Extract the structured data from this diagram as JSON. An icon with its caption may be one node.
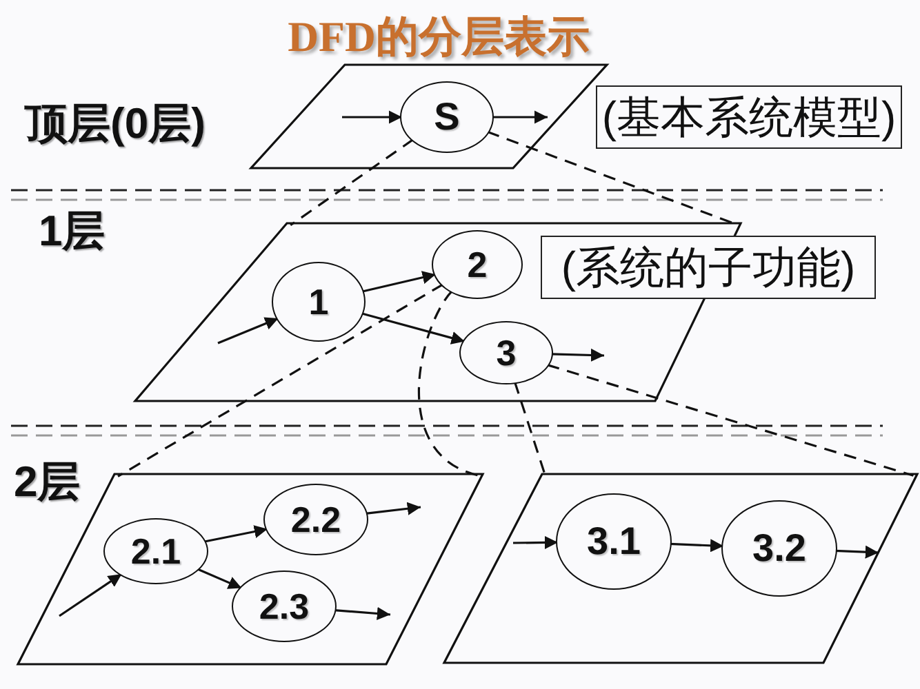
{
  "diagram": {
    "title": "DFD的分层表示",
    "nodes": [
      {
        "text": [],
        "shape": "parallelogram"
      },
      {
        "text": [
          "S"
        ],
        "in": 0
      },
      {
        "text": [
          "(基本系统模型)"
        ]
      },
      {
        "text": [],
        "shape": "parallelogram"
      },
      {
        "text": [
          "1"
        ],
        "in": 3
      },
      {
        "text": [
          "2"
        ],
        "in": 3
      },
      {
        "text": [
          "3"
        ],
        "in": 3
      },
      {
        "text": [
          "(系统的子功能)"
        ]
      },
      {
        "text": [],
        "shape": "parallelogram"
      },
      {
        "text": [
          "2.1"
        ],
        "in": 8
      },
      {
        "text": [
          "2.2"
        ],
        "in": 8
      },
      {
        "text": [
          "2.3"
        ],
        "in": 8
      },
      {
        "text": [],
        "shape": "parallelogram"
      },
      {
        "text": [
          "3.1"
        ],
        "in": 12
      },
      {
        "text": [
          "3.2"
        ],
        "in": 12
      }
    ],
    "edges": [
      {
        "from": null,
        "to": 1,
        "arrow": "to"
      },
      {
        "from": 1,
        "to": null,
        "arrow": "to"
      },
      {
        "from": 1,
        "to": 3,
        "arrow": "none",
        "style": "dashed"
      },
      {
        "from": 1,
        "to": 3,
        "arrow": "none",
        "style": "dashed"
      },
      {
        "from": null,
        "to": 4,
        "arrow": "to"
      },
      {
        "from": 4,
        "to": 5,
        "arrow": "to"
      },
      {
        "from": 4,
        "to": 6,
        "arrow": "to"
      },
      {
        "from": 6,
        "to": null,
        "arrow": "to"
      },
      {
        "from": 5,
        "to": 8,
        "arrow": "none",
        "style": "dashed"
      },
      {
        "from": 5,
        "to": 8,
        "arrow": "none",
        "style": "dashed"
      },
      {
        "from": 6,
        "to": 12,
        "arrow": "none",
        "style": "dashed"
      },
      {
        "from": 6,
        "to": 12,
        "arrow": "none",
        "style": "dashed"
      },
      {
        "from": null,
        "to": 9,
        "arrow": "to"
      },
      {
        "from": 9,
        "to": 10,
        "arrow": "to"
      },
      {
        "from": 9,
        "to": 11,
        "arrow": "to"
      },
      {
        "from": 10,
        "to": null,
        "arrow": "to"
      },
      {
        "from": 11,
        "to": null,
        "arrow": "to"
      },
      {
        "from": null,
        "to": 13,
        "arrow": "to"
      },
      {
        "from": 13,
        "to": 14,
        "arrow": "to"
      },
      {
        "from": 14,
        "to": null,
        "arrow": "to"
      }
    ],
    "labels": [
      "顶层(0层)",
      "1层",
      "2层"
    ]
  }
}
